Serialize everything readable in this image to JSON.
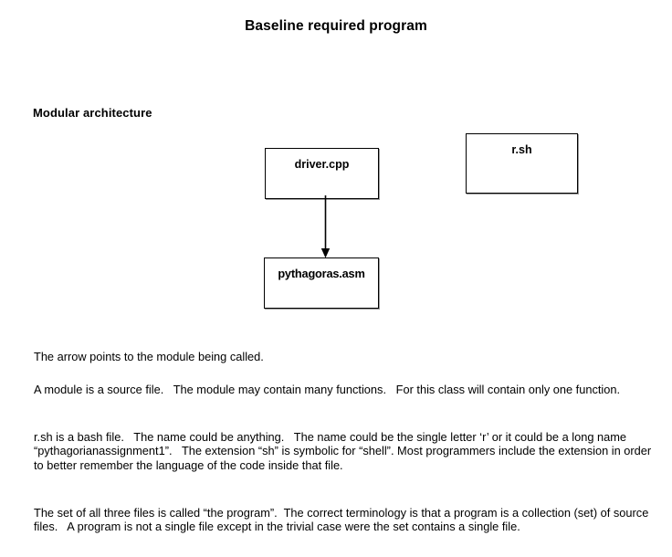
{
  "document": {
    "title": "Baseline required program",
    "section_heading": "Modular architecture",
    "diagram": {
      "name": "modular-architecture-diagram",
      "boxes": [
        {
          "id": "driver",
          "label": "driver.cpp"
        },
        {
          "id": "pythagoras",
          "label": "pythagoras.asm"
        },
        {
          "id": "rsh",
          "label": "r.sh"
        }
      ],
      "connectors": [
        {
          "id": "driver-to-pythagoras",
          "from": "driver.cpp",
          "to": "pythagoras.asm",
          "style": "arrow-down"
        }
      ]
    },
    "paragraphs": [
      "The arrow points to the module being called.",
      "A module is a source file.   The module may contain many functions.   For this class will contain only one function.",
      "r.sh is a bash file.   The name could be anything.   The name could be the single letter ‘r’ or it could be a long name “pythagorianassignment1”.   The extension “sh” is symbolic for “shell”. Most programmers include the extension in order to better remember the language of the code inside that file.",
      "The set of all three files is called “the program”.  The correct terminology is that a program is a collection (set) of source files.   A program is not a single file except in the trivial case were the set contains a single file."
    ]
  },
  "colors": {
    "page_background": "#ffffff",
    "text": "#000000",
    "box_border": "#000000",
    "box_shadow": "#9a9a9a"
  }
}
